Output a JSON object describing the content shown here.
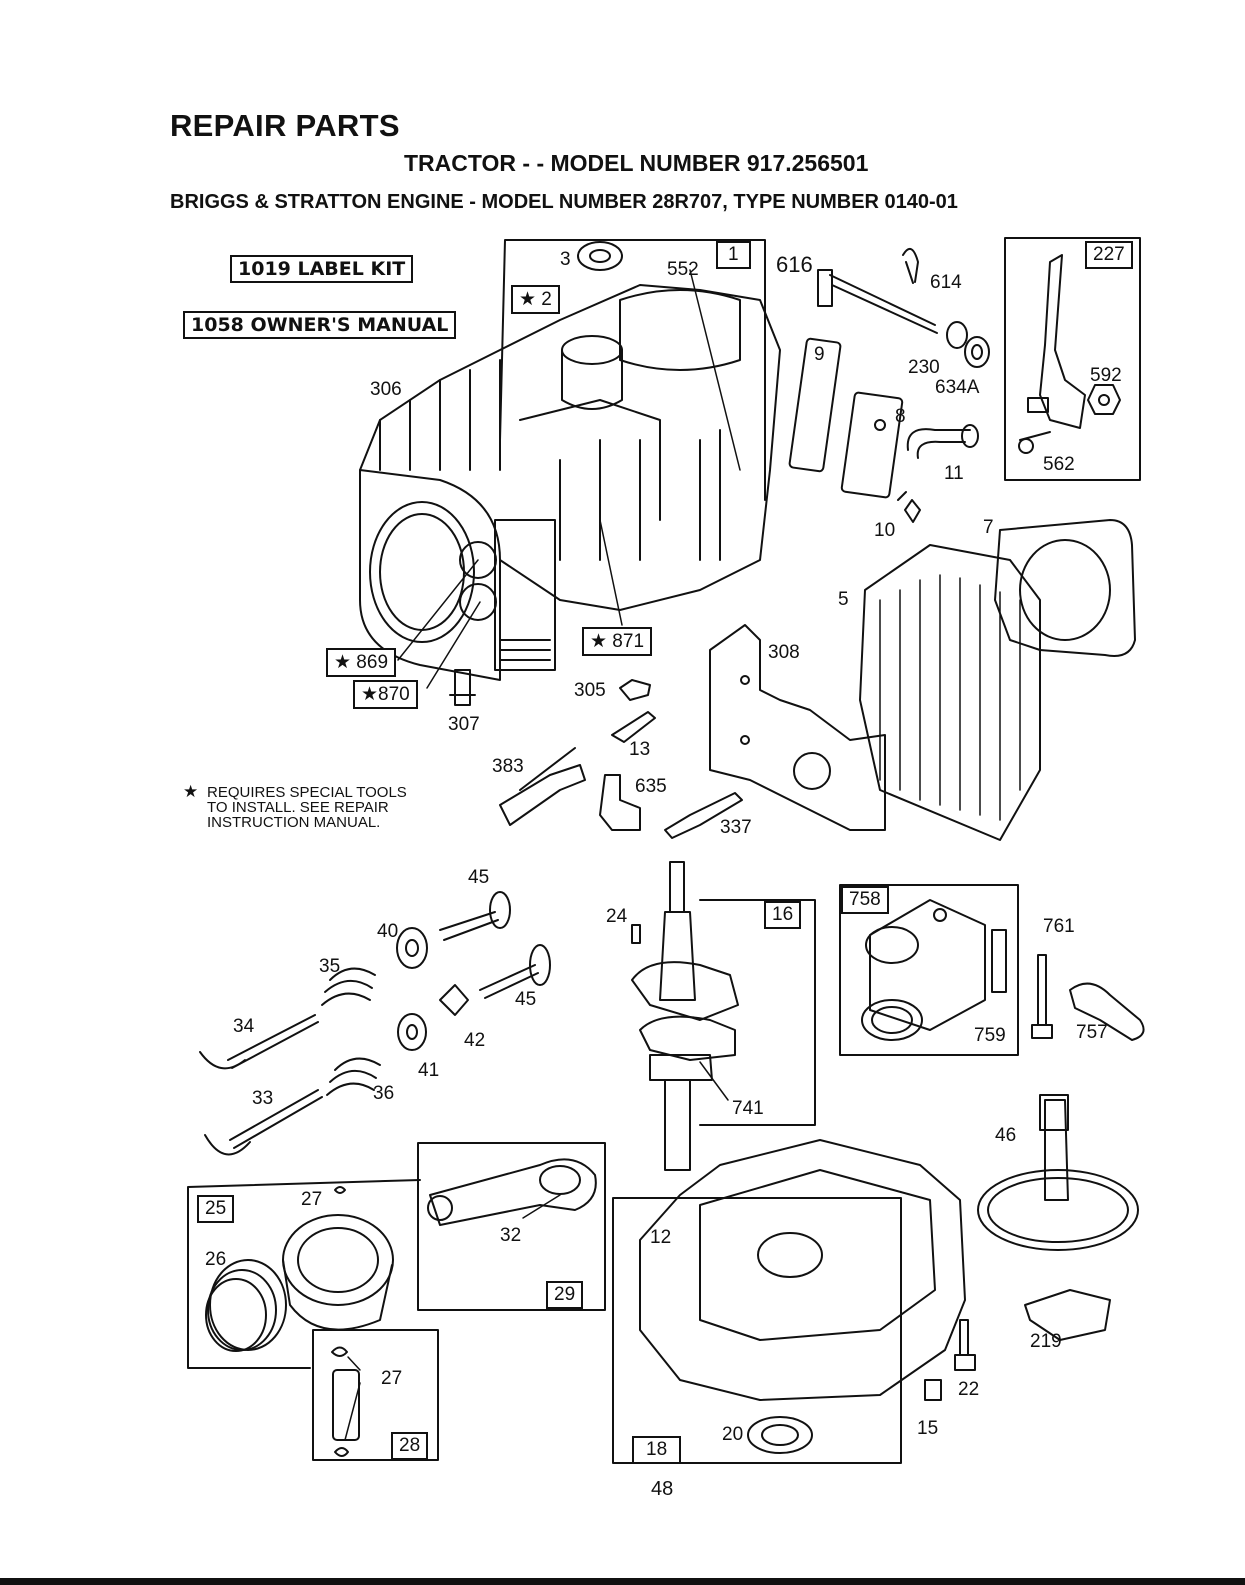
{
  "header": {
    "title": "REPAIR PARTS",
    "subtitle": "TRACTOR - - MODEL NUMBER 917.256501",
    "engine_line": "BRIGGS & STRATTON ENGINE - MODEL NUMBER 28R707, TYPE NUMBER 0140-01"
  },
  "kits": {
    "label_kit": "1019  LABEL KIT",
    "owners_manual": "1058  OWNER'S MANUAL"
  },
  "note": {
    "star": "★",
    "lines": [
      "REQUIRES SPECIAL TOOLS",
      "TO INSTALL.  SEE REPAIR",
      "INSTRUCTION MANUAL."
    ]
  },
  "boxed_numbers": {
    "b1": "1",
    "b227": "227",
    "b16": "16",
    "b758": "758",
    "b25": "25",
    "b29": "29",
    "b28": "28",
    "b18": "18",
    "s2": "★ 2",
    "s869": "★ 869",
    "s870": "★870",
    "s871": "★ 871"
  },
  "part_labels": {
    "p3": "3",
    "p552": "552",
    "p616": "616",
    "p614": "614",
    "p306": "306",
    "p9": "9",
    "p230": "230",
    "p634a": "634A",
    "p592": "592",
    "p8": "8",
    "p11": "11",
    "p562": "562",
    "p10": "10",
    "p7": "7",
    "p5": "5",
    "p308": "308",
    "p305": "305",
    "p307": "307",
    "p13": "13",
    "p383": "383",
    "p635": "635",
    "p337": "337",
    "p45a": "45",
    "p24": "24",
    "p761": "761",
    "p40": "40",
    "p35": "35",
    "p45b": "45",
    "p34": "34",
    "p42": "42",
    "p759": "759",
    "p757": "757",
    "p41": "41",
    "p33": "33",
    "p36": "36",
    "p741": "741",
    "p46": "46",
    "p27a": "27",
    "p32": "32",
    "p12": "12",
    "p26": "26",
    "p219": "219",
    "p27b": "27",
    "p22": "22",
    "p20": "20",
    "p15": "15"
  },
  "page_number": "48"
}
